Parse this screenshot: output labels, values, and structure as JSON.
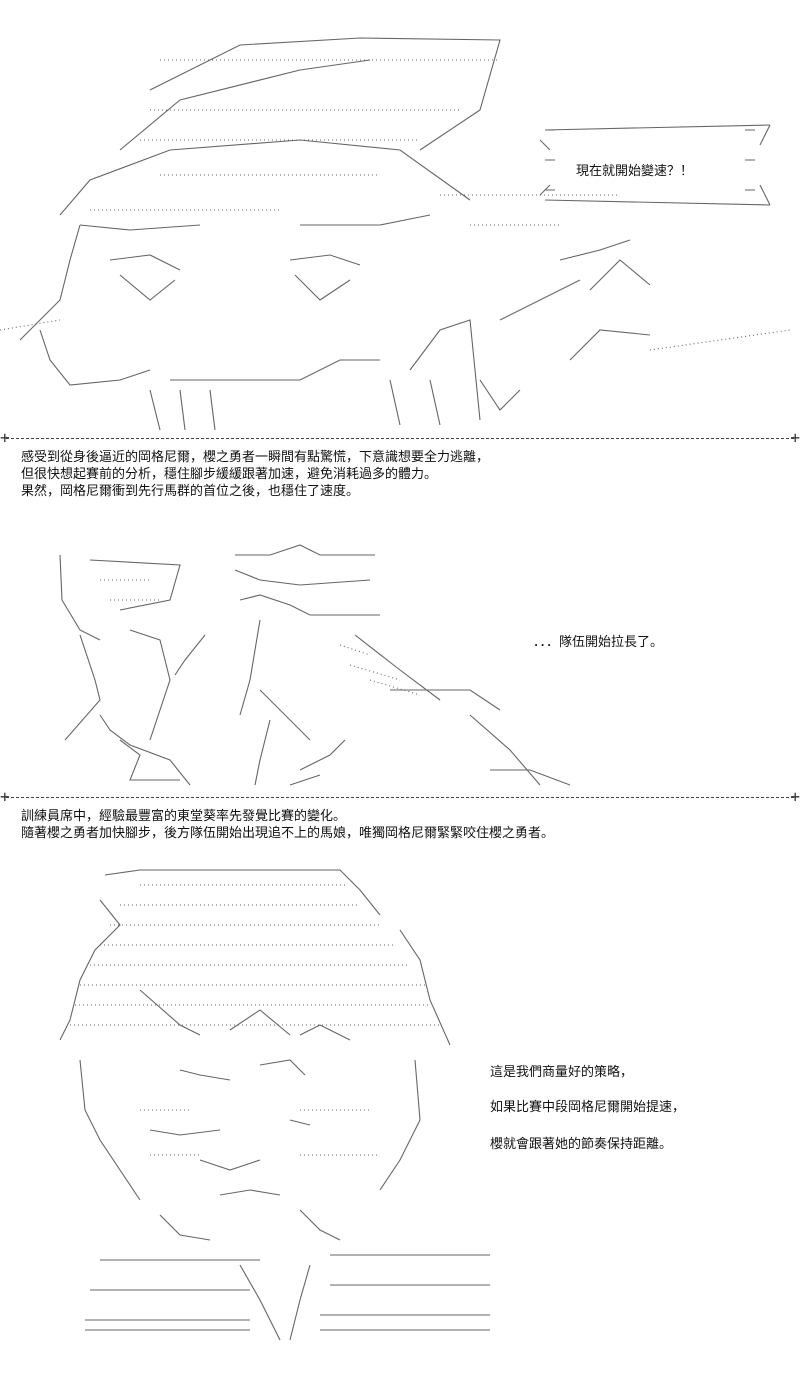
{
  "panel1": {
    "speech": "現在就開始變速？！"
  },
  "narration1": {
    "lines": [
      "感受到從身後逼近的岡格尼爾，櫻之勇者一瞬間有點驚慌，下意識想要全力逃離，",
      "但很快想起賽前的分析，穩住腳步緩緩跟著加速，避免消耗過多的體力。",
      "果然，岡格尼爾衝到先行馬群的首位之後，也穩住了速度。"
    ]
  },
  "panel2": {
    "speech": "．．．隊伍開始拉長了。"
  },
  "narration2": {
    "lines": [
      "訓練員席中，經驗最豐富的東堂葵率先發覺比賽的變化。",
      "隨著櫻之勇者加快腳步，後方隊伍開始出現追不上的馬娘，唯獨岡格尼爾緊緊咬住櫻之勇者。"
    ]
  },
  "panel3": {
    "speech_lines": [
      "這是我們商量好的策略，",
      "如果比賽中段岡格尼爾開始提速，",
      "櫻就會跟著她的節奏保持距離。"
    ]
  }
}
